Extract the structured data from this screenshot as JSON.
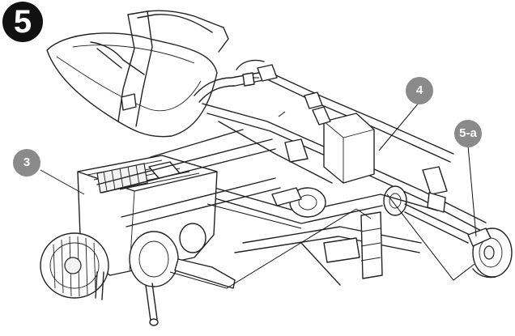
{
  "step": {
    "number": "5"
  },
  "callouts": [
    {
      "id": "3",
      "label": "3"
    },
    {
      "id": "4",
      "label": "4"
    },
    {
      "id": "5-a",
      "label": "5-a"
    }
  ],
  "colors": {
    "badge": "#111111",
    "callout": "#8a8a8a",
    "line_art": "#222222"
  },
  "illustration": {
    "kind": "line-art",
    "icon": "vehicle-chassis-assembly-icon"
  }
}
